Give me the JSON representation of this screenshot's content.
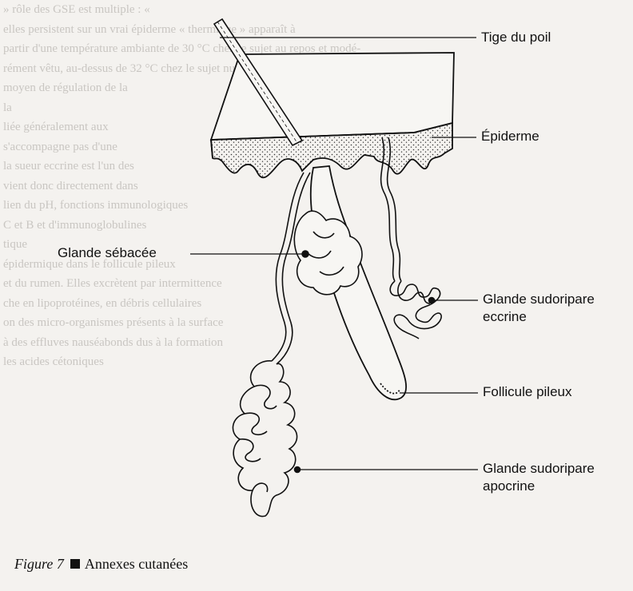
{
  "labels": {
    "hair_shaft": "Tige du poil",
    "epidermis": "Épiderme",
    "sebaceous_gland": "Glande sébacée",
    "eccrine_gland_line1": "Glande sudoripare",
    "eccrine_gland_line2": "eccrine",
    "hair_follicle": "Follicule pileux",
    "apocrine_gland_line1": "Glande sudoripare",
    "apocrine_gland_line2": "apocrine"
  },
  "caption": {
    "figure": "Figure 7",
    "title": "Annexes cutanées"
  },
  "background_text": [
    "» rôle des GSE est multiple : «",
    "elles persistent sur un vrai épiderme « thermique » apparaît à",
    "partir d'une température ambiante de 30 °C chez le sujet au repos et modé-",
    "rément vêtu, au-dessus de 32 °C chez le sujet nu. La sueur est le seul",
    "moyen de régulation de la",
    "la",
    "liée généralement aux",
    "s'accompagne pas d'une",
    "la sueur eccrine est l'un des",
    "vient donc directement dans",
    "lien du pH, fonctions immunologiques",
    "C et B et d'immunoglobulines",
    "tique",
    "",
    "",
    "",
    "épidermique dans le follicule pileux",
    "et du rumen. Elles excrètent par intermittence",
    "",
    "",
    "che en lipoprotéines, en débris cellulaires",
    "on des micro-organismes présents à la surface",
    "à des effluves nauséabonds dus à la formation",
    "les acides cétoniques"
  ]
}
